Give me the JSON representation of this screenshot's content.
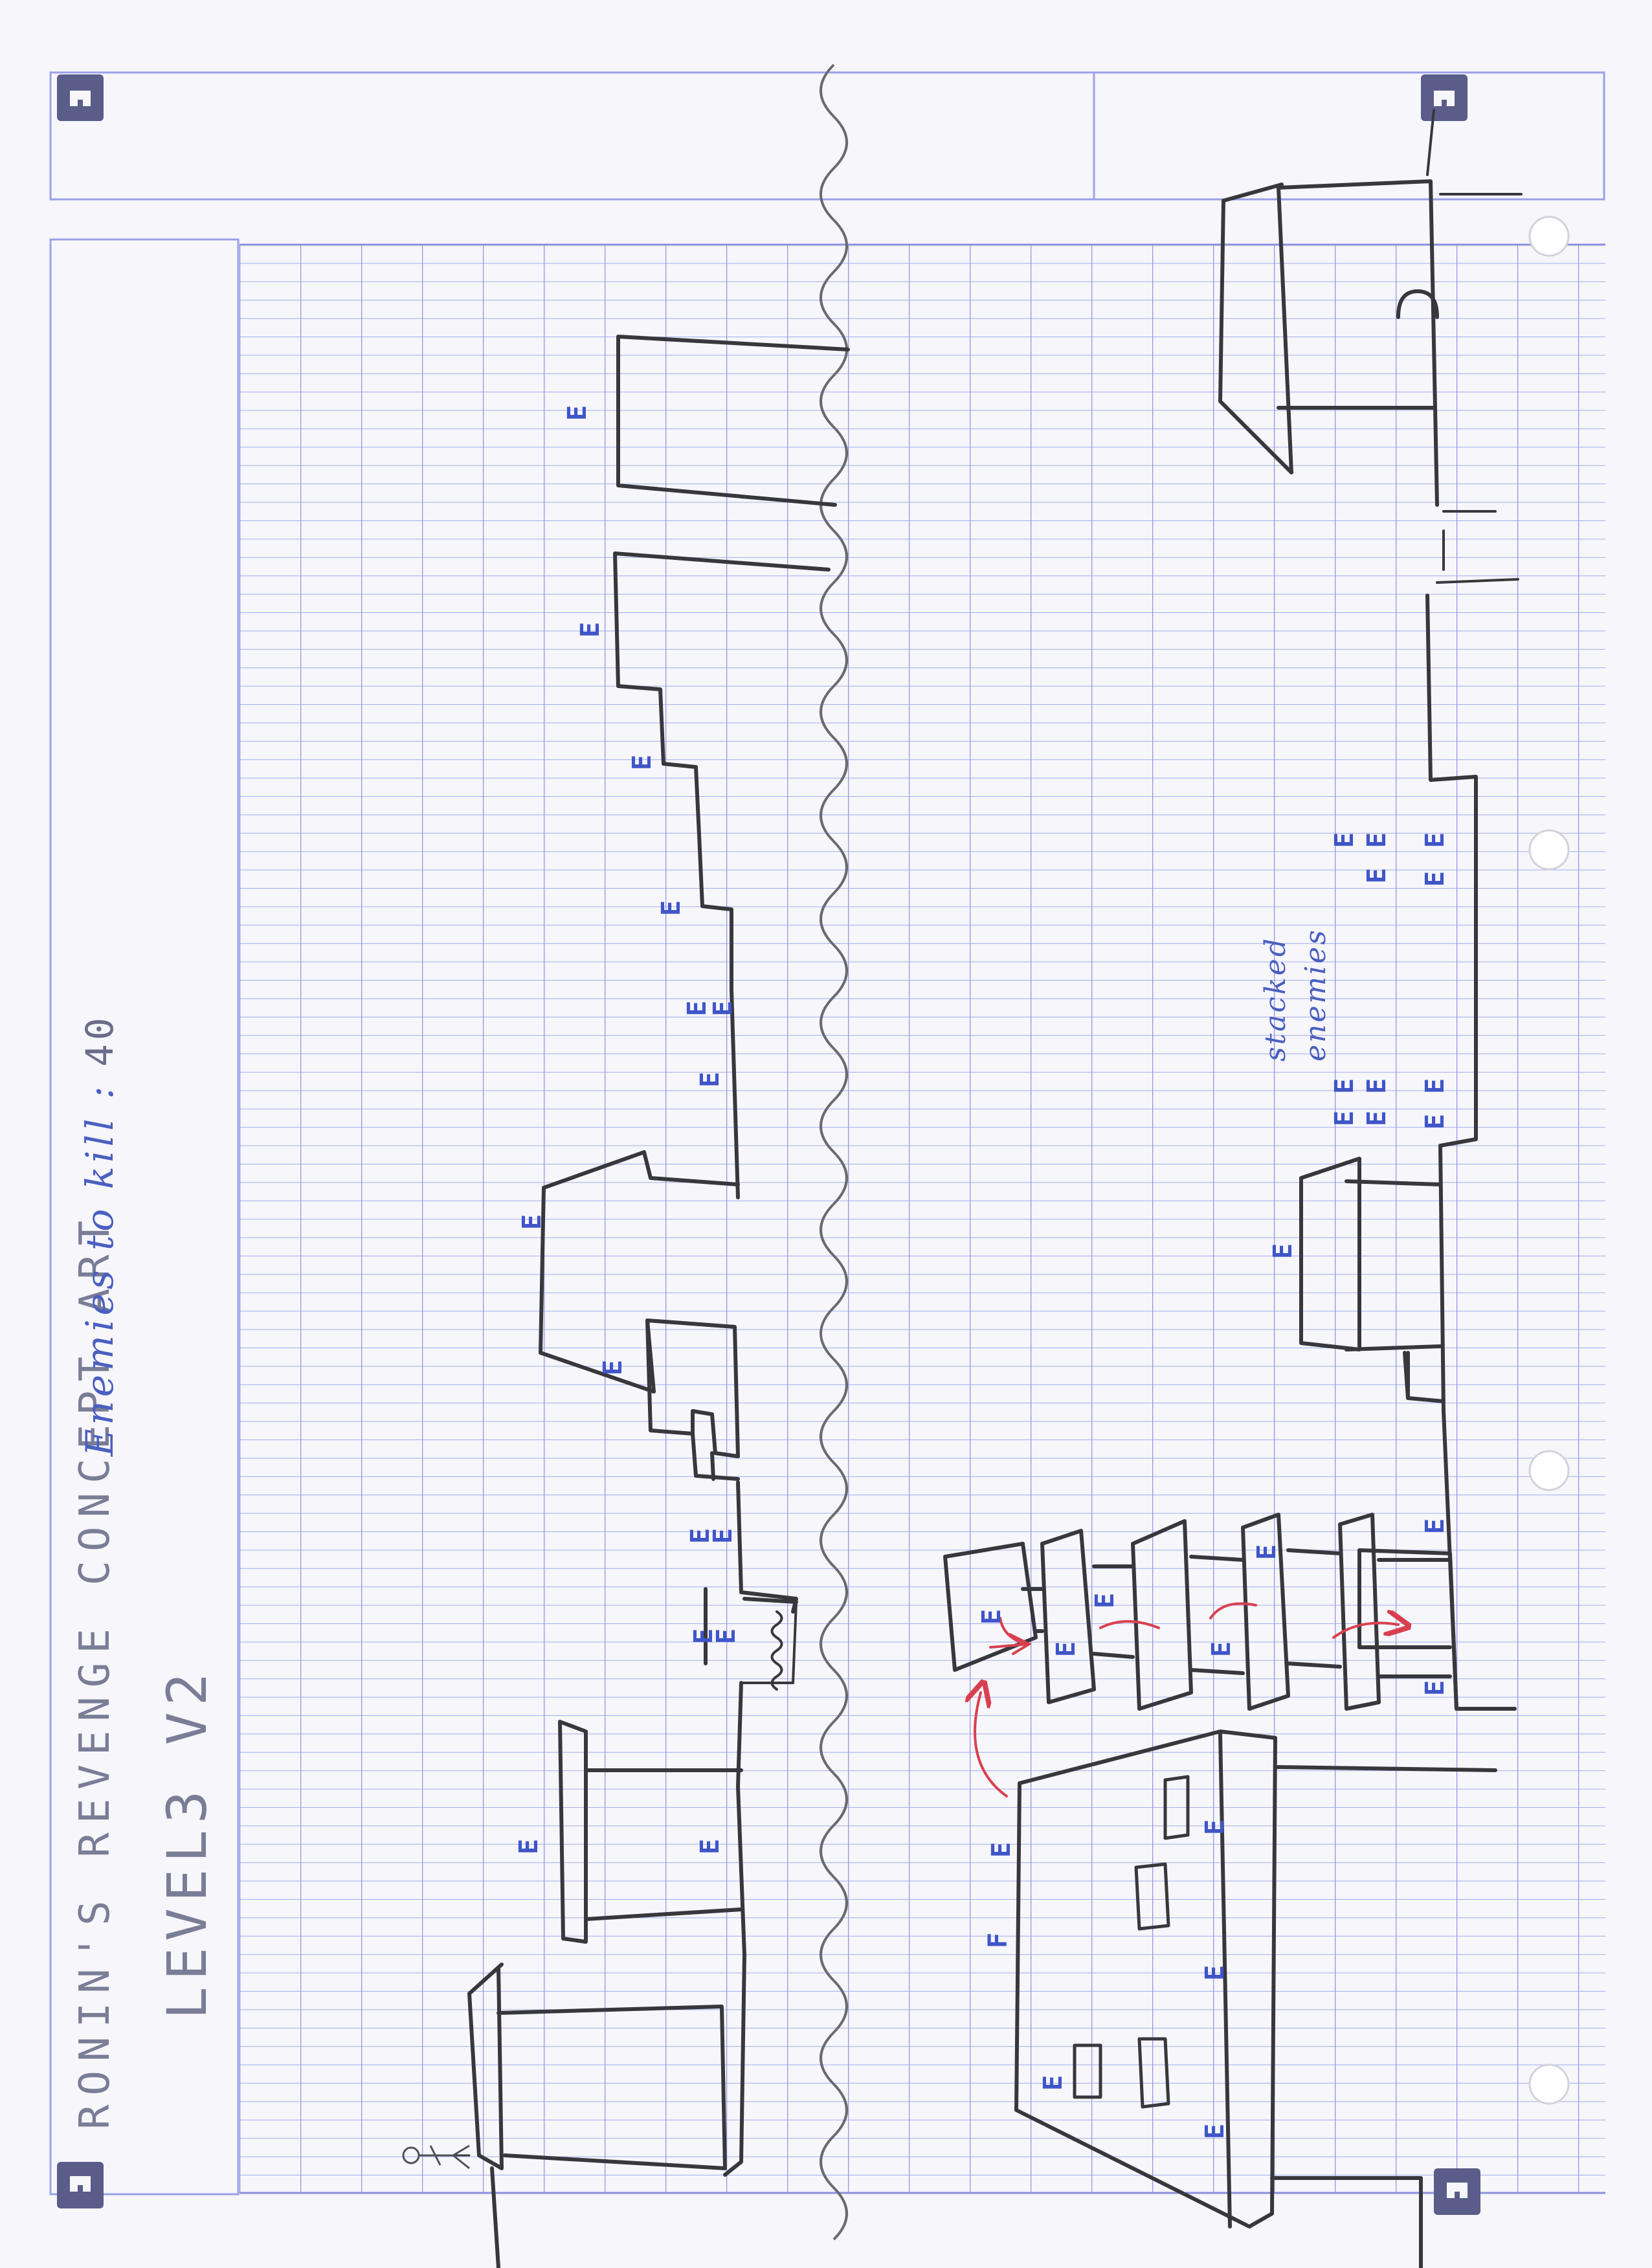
{
  "sheet": {
    "title": "RONIN'S REVENGE CONCEPT ART",
    "level": "LEVEL3 V2",
    "enemies_label": "Enemies to kill :",
    "enemies_count": "40"
  },
  "annotation": {
    "line1": "stacked",
    "line2": "enemies"
  },
  "enemy_marker": "E",
  "colors": {
    "paper": "#f5f5fa",
    "grid": "#9aa0e6",
    "pencil": "#3a3a3e",
    "ink_blue": "#3f55c8",
    "arrow_red": "#d9404f",
    "punch_hole": "#ffffff",
    "corner_mark": "#5a5d8a"
  },
  "icons": [
    "corner-register-icon",
    "punch-hole-icon",
    "figure-icon"
  ]
}
